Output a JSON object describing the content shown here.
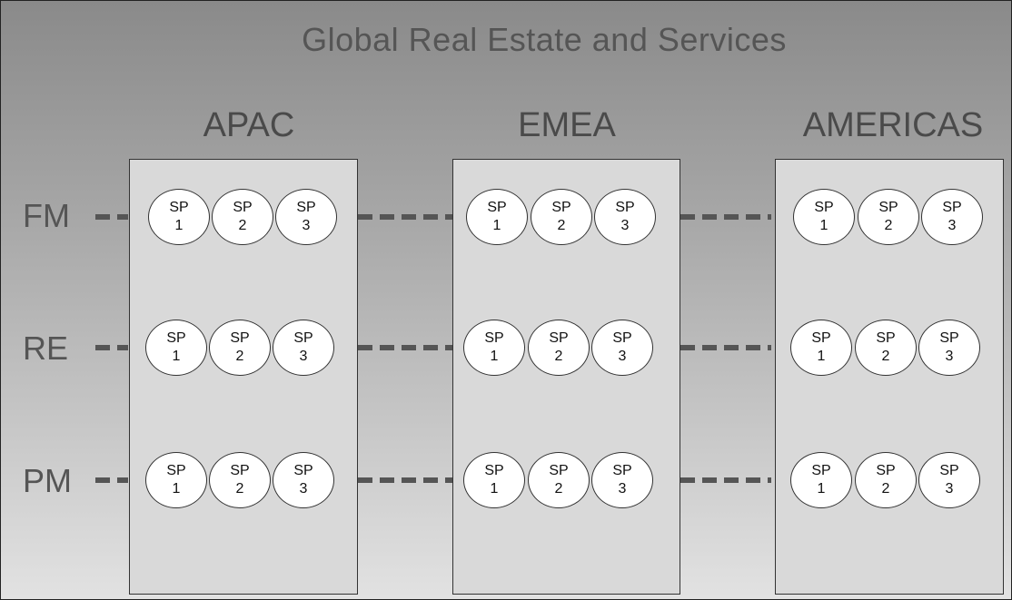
{
  "title": "Global Real Estate and Services",
  "regions": [
    {
      "label": "APAC"
    },
    {
      "label": "EMEA"
    },
    {
      "label": "AMERICAS"
    }
  ],
  "rows": [
    {
      "label": "FM"
    },
    {
      "label": "RE"
    },
    {
      "label": "PM"
    }
  ],
  "sp_prefix": "SP",
  "sp_numbers": [
    "1",
    "2",
    "3"
  ],
  "colors": {
    "background_top": "#8a8a8a",
    "background_bottom": "#e2e2e2",
    "region_box": "#d9d9d9",
    "text": "#555555",
    "dash": "#555555"
  }
}
